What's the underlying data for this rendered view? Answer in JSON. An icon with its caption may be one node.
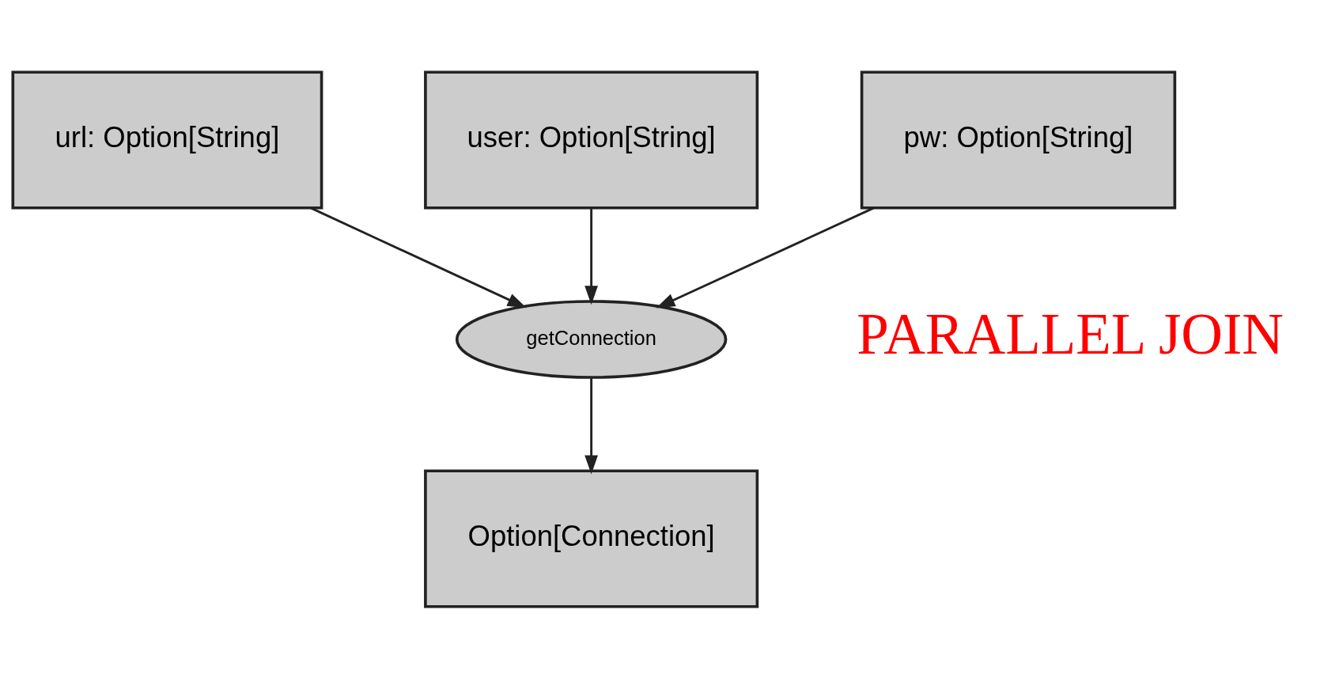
{
  "diagram": {
    "nodes": [
      {
        "text": [
          "url: Option[String]"
        ]
      },
      {
        "text": [
          "user: Option[String]"
        ]
      },
      {
        "text": [
          "pw: Option[String]"
        ]
      },
      {
        "text": [
          "getConnection"
        ]
      },
      {
        "text": [
          "Option[Connection]"
        ]
      }
    ],
    "edges": [
      {
        "from": 0,
        "to": 3,
        "arrow": "to"
      },
      {
        "from": 1,
        "to": 3,
        "arrow": "to"
      },
      {
        "from": 2,
        "to": 3,
        "arrow": "to"
      },
      {
        "from": 3,
        "to": 4,
        "arrow": "to"
      }
    ],
    "labels": [
      "PARALLEL JOIN"
    ]
  }
}
